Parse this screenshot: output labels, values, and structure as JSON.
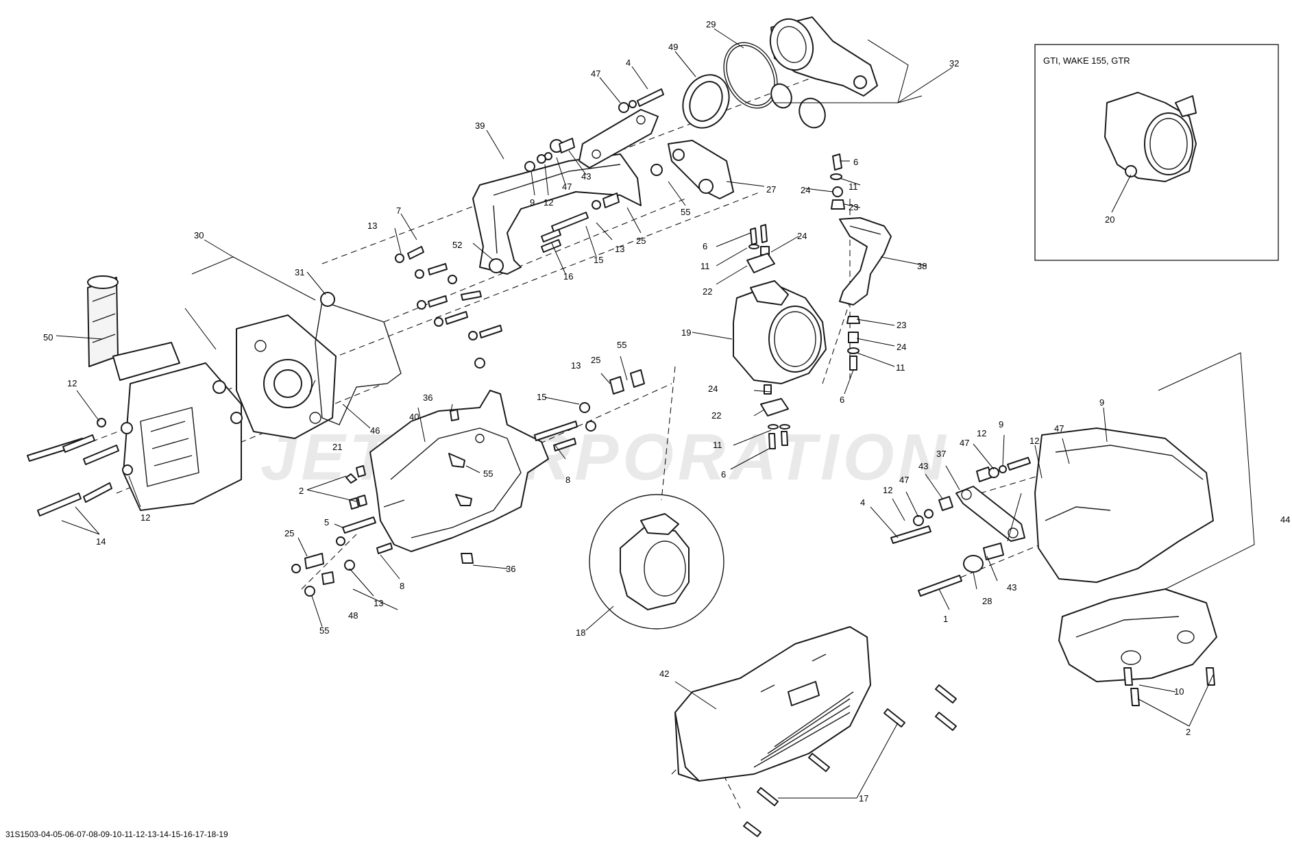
{
  "figure_code": "31S1503-04-05-06-07-08-09-10-11-12-13-14-15-16-17-18-19",
  "watermark": "JET CORPORATION",
  "inset_title": "GTI, WAKE 155, GTR",
  "callouts": {
    "c29": "29",
    "c49": "49",
    "c32": "32",
    "c47a": "47",
    "c4a": "4",
    "c39": "39",
    "c9a": "9",
    "c12a": "12",
    "c47b": "47",
    "c43a": "43",
    "c27": "27",
    "c55a": "55",
    "c6a": "6",
    "c11a": "11",
    "c24a": "24",
    "c23a": "23",
    "c7": "7",
    "c13a": "13",
    "c30": "30",
    "c52": "52",
    "c15a": "15",
    "c13b": "13",
    "c25a": "25",
    "c16": "16",
    "c6b": "6",
    "c11b": "11",
    "c24b": "24",
    "c22a": "22",
    "c38": "38",
    "c31": "31",
    "c19": "19",
    "c23b": "23",
    "c24c": "24",
    "c11c": "11",
    "c6c": "6",
    "c50": "50",
    "c12b": "12",
    "c46": "46",
    "c55b": "55",
    "c13c": "13",
    "c25b": "25",
    "c36a": "36",
    "c40": "40",
    "c15b": "15",
    "c24d": "24",
    "c22b": "22",
    "c11d": "11",
    "c6d": "6",
    "c21": "21",
    "c55c": "55",
    "c8a": "8",
    "c2a": "2",
    "c12c": "12",
    "c14": "14",
    "c5": "5",
    "c25c": "25",
    "c8b": "8",
    "c13d": "13",
    "c48": "48",
    "c55d": "55",
    "c36b": "36",
    "c18": "18",
    "c20": "20",
    "c9b": "9",
    "c47c": "47",
    "c12d": "12",
    "c9c": "9",
    "c12e": "12",
    "c47d": "47",
    "c37": "37",
    "c43b": "43",
    "c47e": "47",
    "c12f": "12",
    "c4b": "4",
    "c44": "44",
    "c28": "28",
    "c43c": "43",
    "c1": "1",
    "c42": "42",
    "c10": "10",
    "c2b": "2",
    "c17": "17"
  }
}
